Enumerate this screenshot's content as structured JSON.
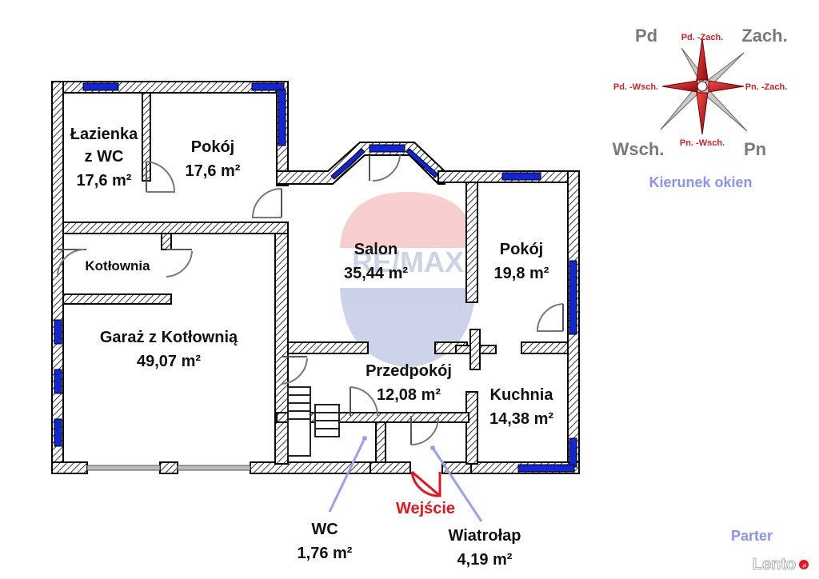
{
  "rooms": {
    "lazienka": {
      "name1": "Łazienka",
      "name2": "z WC",
      "area": "17,6 m²"
    },
    "pokoj1": {
      "name": "Pokój",
      "area": "17,6 m²"
    },
    "kotlownia": {
      "name": "Kotłownia"
    },
    "garaz": {
      "name": "Garaż z Kotłownią",
      "area": "49,07 m²"
    },
    "salon": {
      "name": "Salon",
      "area": "35,44 m²"
    },
    "pokoj2": {
      "name": "Pokój",
      "area": "19,8 m²"
    },
    "przedpokoj": {
      "name": "Przedpokój",
      "area": "12,08 m²"
    },
    "kuchnia": {
      "name": "Kuchnia",
      "area": "14,38 m²"
    }
  },
  "callouts": {
    "wc": {
      "name": "WC",
      "area": "1,76 m²"
    },
    "wiatrolap": {
      "name": "Wiatrołap",
      "area": "4,19 m²"
    },
    "entrance": "Wejście"
  },
  "compass": {
    "pd": "Pd",
    "zach": "Zach.",
    "wsch": "Wsch.",
    "pn": "Pn",
    "pd_zach": "Pd. -Zach.",
    "pd_wsch": "Pd. -Wsch.",
    "pn_zach": "Pn. -Zach.",
    "pn_wsch": "Pn. -Wsch.",
    "caption": "Kierunek okien"
  },
  "floor_label": "Parter",
  "watermark": {
    "brand": "RE/MAX",
    "site": "Lento",
    "site_suffix": ".pl"
  },
  "colors": {
    "window": "#1326d6",
    "entrance": "#e8141c",
    "compass_star": "#d42027",
    "label_blue": "#8b93f0",
    "compass_gray": "#7a7a7a"
  }
}
